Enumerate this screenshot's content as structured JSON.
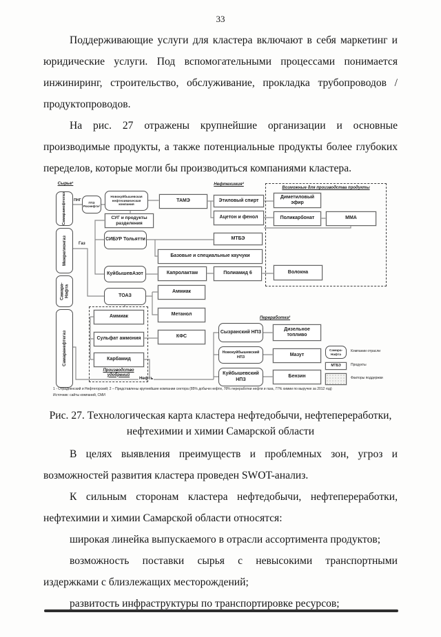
{
  "page": {
    "number": "33"
  },
  "paragraphs": {
    "p1": "Поддерживающие услуги для кластера включают в себя маркетинг и юридические услуги. Под вспомогательными процессами понимается инжиниринг, строительство, обслуживание, прокладка трубопроводов / продуктопроводов.",
    "p2": "На рис. 27 отражены крупнейшие организации и основные производимые продукты, а также потенциальные продукты более глубоких переделов, которые могли бы производиться компаниями кластера.",
    "p3": "В целях выявления преимуществ и проблемных зон, угроз и возможностей развития кластера проведен SWOT-анализ.",
    "p4": "К сильным сторонам кластера нефтедобычи, нефтепереработки, нефтехимии и химии Самарской области относятся:",
    "p5": "широкая линейка выпускаемого в отрасли ассортимента продуктов;",
    "p6": "возможность поставки сырья с невысокими транспортными издержками с близлежащих месторождений;",
    "p7": "развитость инфраструктуры по транспортировке ресурсов;"
  },
  "figure": {
    "caption": "Рис. 27. Технологическая карта кластера нефтедобычи, нефтепереработки, нефтехимии и химии Самарской области",
    "footnote": "1 - Отрадненский и Нефтегорский; 2 – Представлены крупнейшие компании сектора (85% добычи нефти, 78% переработки нефти и газа, 77% химии по выручке за 2012 год)",
    "source": "Источник: сайты компаний, СМИ"
  },
  "diagram": {
    "headers": {
      "raw": "Сырье¹",
      "petrochem": "Нефтехимия²",
      "possible": "Возможные для производства продукты",
      "refining": "Переработка²",
      "fertilizers": "Производство удобрений"
    },
    "labels": {
      "png": "ПНГ",
      "gaz": "Газ",
      "neft": "Нефть"
    },
    "companies": {
      "samaraneftegaz1": "Самаранефтегаз",
      "mezhregiongaz": "Межрегионгаз",
      "samara_nafta": "Самара-Нафта",
      "samaraneftegaz2": "Самаранефтегаз",
      "gpz": "ГПЗ Роснефти¹",
      "nnk": "Новокуйбышевская нефтехимическая компания",
      "sibur": "СИБУР Тольятти",
      "kuibyshevazot": "КуйбышевАзот",
      "toaz": "ТОАЗ",
      "syzran_npz": "Сызранский НПЗ",
      "novokuibyshev_npz": "Новокуйбышевский НПЗ",
      "kuibyshev_npz": "Куйбышевский НПЗ"
    },
    "products": {
      "sug": "СУГ и продукты разделения",
      "tame": "ТАМЭ",
      "ethyl_spirit": "Этиловый спирт",
      "acetone_phenol": "Ацетон и фенол",
      "dme": "Диметиловый эфир",
      "polycarbonate": "Поликарбонат",
      "mma": "ММА",
      "mtbe": "МТБЭ",
      "rubbers": "Базовые и специальные каучуки",
      "caprolactam": "Капролактам",
      "polyamide6": "Полиамид 6",
      "volokna": "Волокна",
      "ammonia": "Аммиак",
      "methanol": "Метанол",
      "kfs": "КФС",
      "ammonia2": "Аммиак",
      "ammonium_sulfate": "Сульфат аммония",
      "urea": "Карбамид",
      "diesel": "Дизельное топливо",
      "mazut": "Мазут",
      "benzin": "Бензин"
    },
    "legend": {
      "company_sample": "Самара-Нафта",
      "company_label": "Компании отрасли",
      "product_sample": "МТБЭ",
      "product_label": "Продукты",
      "support_label": "Факторы поддержки"
    }
  }
}
